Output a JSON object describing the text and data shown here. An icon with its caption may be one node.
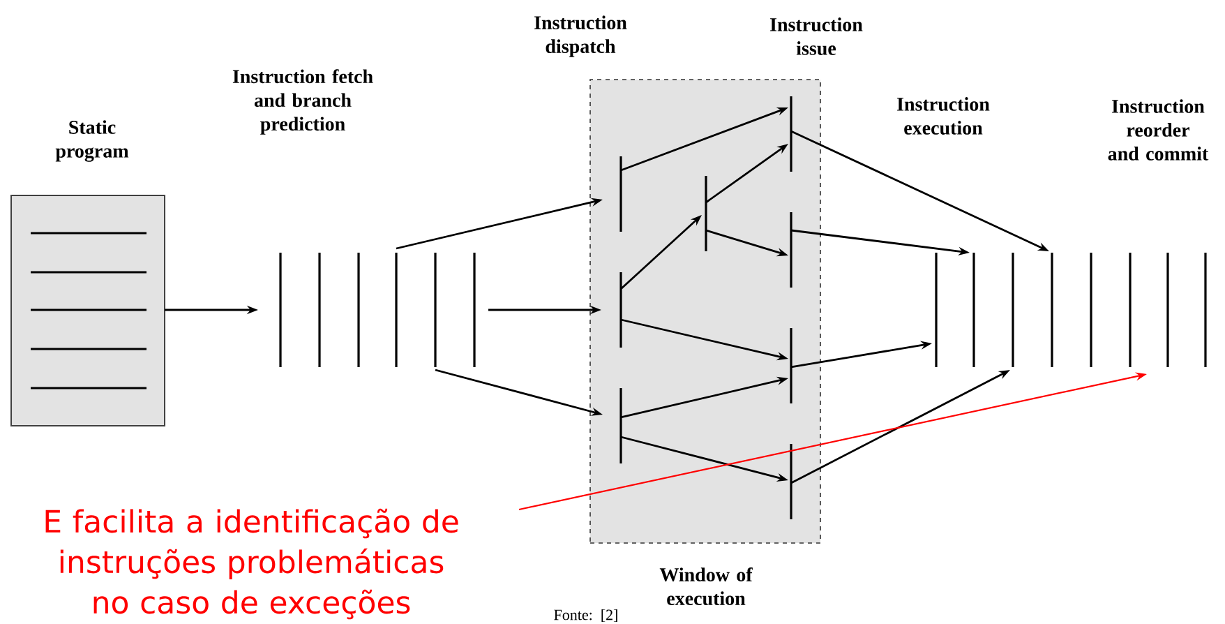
{
  "diagram": {
    "nodes": [
      {
        "text": [
          "Static program"
        ]
      },
      {
        "text": [],
        "shape": "bar"
      },
      {
        "text": [],
        "shape": "bar"
      },
      {
        "text": [],
        "shape": "bar"
      },
      {
        "text": [],
        "shape": "bar"
      },
      {
        "text": [],
        "shape": "bar"
      },
      {
        "text": [],
        "shape": "bar"
      },
      {
        "text": [
          "Window of execution"
        ]
      },
      {
        "text": [],
        "shape": "bar",
        "in": 7
      },
      {
        "text": [],
        "shape": "bar",
        "in": 7
      },
      {
        "text": [],
        "shape": "bar",
        "in": 7
      },
      {
        "text": [],
        "shape": "bar",
        "in": 7
      },
      {
        "text": [],
        "shape": "bar",
        "in": 7
      },
      {
        "text": [],
        "shape": "bar",
        "in": 7
      },
      {
        "text": [],
        "shape": "bar",
        "in": 7
      },
      {
        "text": [],
        "shape": "bar",
        "in": 7
      },
      {
        "text": [],
        "shape": "bar"
      },
      {
        "text": [],
        "shape": "bar"
      },
      {
        "text": [],
        "shape": "bar"
      },
      {
        "text": [],
        "shape": "bar"
      },
      {
        "text": [],
        "shape": "bar"
      },
      {
        "text": [],
        "shape": "bar"
      },
      {
        "text": [],
        "shape": "bar"
      },
      {
        "text": [],
        "shape": "bar"
      },
      {
        "text": [
          "E facilita a identificação de instruções problemáticas no caso de exceções"
        ]
      }
    ],
    "edges": [
      {
        "from": 0,
        "to": 1,
        "arrow": "to"
      },
      {
        "from": 4,
        "to": 8,
        "arrow": "to"
      },
      {
        "from": 6,
        "to": 9,
        "arrow": "to"
      },
      {
        "from": 5,
        "to": 10,
        "arrow": "to"
      },
      {
        "from": 8,
        "to": 12,
        "arrow": "to"
      },
      {
        "from": 9,
        "to": 11,
        "arrow": "to"
      },
      {
        "from": 11,
        "to": 12,
        "arrow": "to"
      },
      {
        "from": 11,
        "to": 13,
        "arrow": "to"
      },
      {
        "from": 9,
        "to": 14,
        "arrow": "to"
      },
      {
        "from": 10,
        "to": 14,
        "arrow": "to"
      },
      {
        "from": 10,
        "to": 15,
        "arrow": "to"
      },
      {
        "from": 12,
        "to": 19,
        "arrow": "to"
      },
      {
        "from": 13,
        "to": 17,
        "arrow": "to"
      },
      {
        "from": 14,
        "to": 16,
        "arrow": "to"
      },
      {
        "from": 15,
        "to": 18,
        "arrow": "to"
      },
      {
        "from": 24,
        "to": 21,
        "arrow": "to",
        "color": "#ff0000"
      }
    ],
    "labels": [
      "Instruction dispatch",
      "Instruction issue",
      "Instruction fetch and branch prediction",
      "Instruction execution",
      "Instruction reorder and commit",
      "Fonte: [2]"
    ]
  }
}
